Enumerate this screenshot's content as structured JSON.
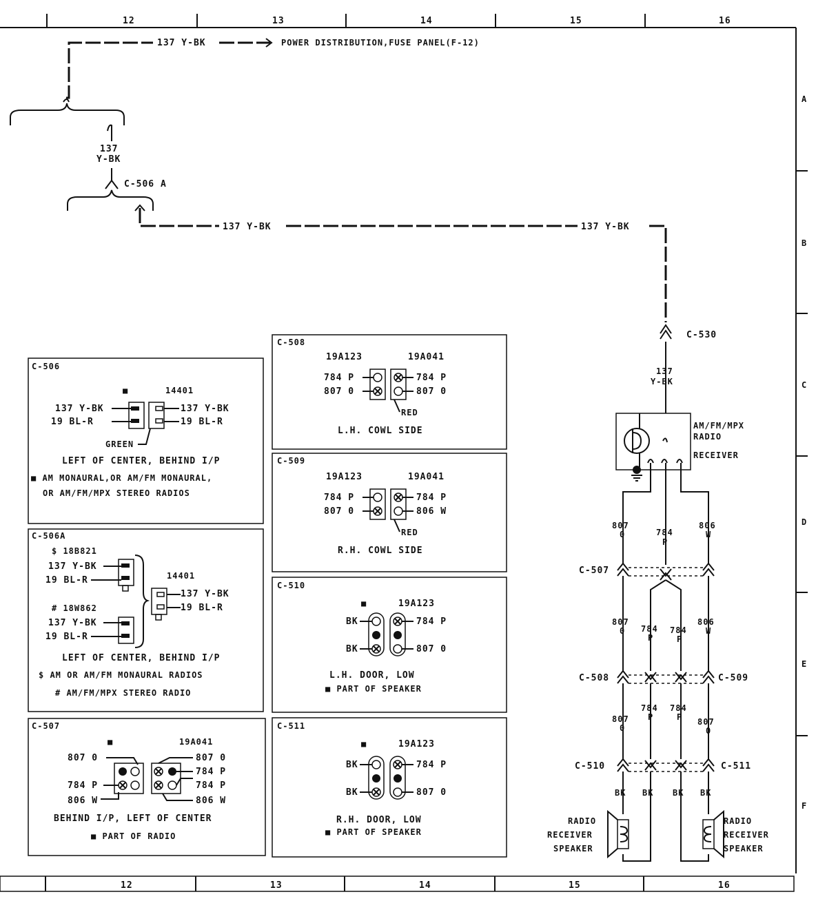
{
  "grid": {
    "top": [
      "12",
      "13",
      "14",
      "15",
      "16"
    ],
    "bottom": [
      "12",
      "13",
      "14",
      "15",
      "16"
    ],
    "rows": [
      "A",
      "B",
      "C",
      "D",
      "E",
      "F"
    ]
  },
  "power": {
    "wire_label": "137 Y-BK",
    "destination": "POWER DISTRIBUTION,FUSE PANEL(F-12)",
    "wire_num": "137",
    "wire_color": "Y-BK",
    "c506a_label": "C-506 A",
    "run_label_1": "137 Y-BK",
    "run_label_2": "137 Y-BK"
  },
  "radio": {
    "c530": "C-530",
    "wire_num": "137",
    "wire_color": "Y-BK",
    "receiver": [
      "AM/FM/MPX",
      "RADIO",
      "RECEIVER"
    ],
    "w807": "807",
    "c807": "0",
    "w784": "784",
    "c784": "P",
    "w806": "806",
    "c806": "W",
    "c507": "C-507",
    "c508": "C-508",
    "c509": "C-509",
    "c510": "C-510",
    "c511": "C-511",
    "bk": "BK",
    "speaker_l": [
      "RADIO",
      "RECEIVER",
      "SPEAKER"
    ],
    "speaker_r": [
      "RADIO",
      "RECEIVER",
      "SPEAKER"
    ]
  },
  "c506": {
    "title": "C-506",
    "mark": "■",
    "part": "14401",
    "l1": "137 Y-BK",
    "l2": "19 BL-R",
    "r1": "137 Y-BK",
    "r2": "19 BL-R",
    "green": "GREEN",
    "loc": "LEFT OF CENTER, BEHIND I/P",
    "note1": "■ AM MONAURAL,OR AM/FM MONAURAL,",
    "note2": "OR AM/FM/MPX STEREO RADIOS"
  },
  "c506a": {
    "title": "C-506A",
    "p1": "$ 18B821",
    "p2": "# 18W862",
    "part": "14401",
    "l1": "137 Y-BK",
    "l2": "19 BL-R",
    "l3": "137 Y-BK",
    "l4": "19 BL-R",
    "r1": "137 Y-BK",
    "r2": "19 BL-R",
    "loc": "LEFT OF CENTER, BEHIND I/P",
    "note1": "$ AM OR AM/FM MONAURAL RADIOS",
    "note2": "# AM/FM/MPX STEREO RADIO"
  },
  "c507": {
    "title": "C-507",
    "mark": "■",
    "part": "19A041",
    "l1": "807 0",
    "l2": "784 P",
    "l3": "806 W",
    "r1": "807 0",
    "r2": "784 P",
    "r3": "784 P",
    "r4": "806 W",
    "loc": "BEHIND I/P, LEFT OF CENTER",
    "note": "■ PART OF RADIO"
  },
  "c508": {
    "title": "C-508",
    "p1": "19A123",
    "p2": "19A041",
    "l1": "784 P",
    "l2": "807 0",
    "r1": "784 P",
    "r2": "807 0",
    "red": "RED",
    "loc": "L.H. COWL SIDE"
  },
  "c509": {
    "title": "C-509",
    "p1": "19A123",
    "p2": "19A041",
    "l1": "784 P",
    "l2": "807 0",
    "r1": "784 P",
    "r2": "806 W",
    "red": "RED",
    "loc": "R.H. COWL SIDE"
  },
  "c510": {
    "title": "C-510",
    "mark": "■",
    "part": "19A123",
    "l1": "BK",
    "l2": "BK",
    "r1": "784 P",
    "r2": "807 0",
    "loc": "L.H. DOOR, LOW",
    "note": "■ PART OF SPEAKER"
  },
  "c511": {
    "title": "C-511",
    "mark": "■",
    "part": "19A123",
    "l1": "BK",
    "l2": "BK",
    "r1": "784 P",
    "r2": "807 0",
    "loc": "R.H. DOOR, LOW",
    "note": "■ PART OF SPEAKER"
  }
}
